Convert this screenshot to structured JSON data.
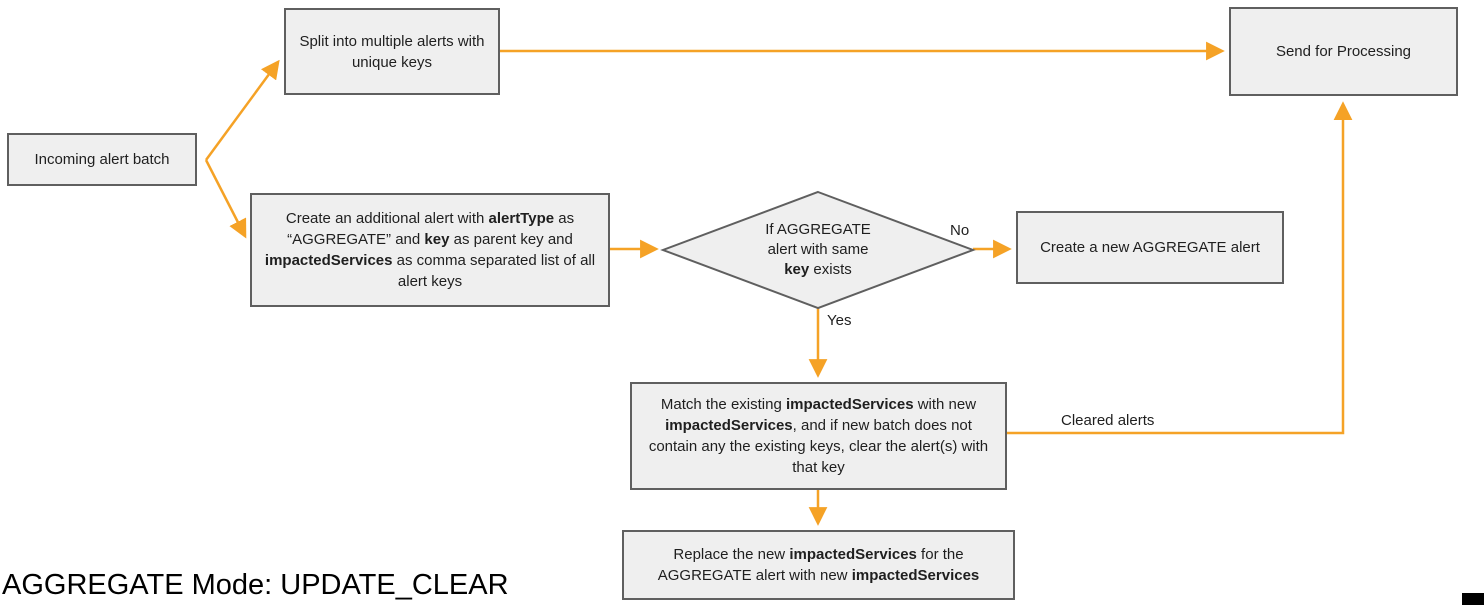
{
  "title": "AGGREGATE Mode: UPDATE_CLEAR",
  "colors": {
    "arrow": "#f5a226",
    "node_fill": "#efefef",
    "node_border": "#5f5f5f",
    "text": "#1f1f1f",
    "caption_text": "#000000"
  },
  "nodes": {
    "incoming": {
      "label": "Incoming alert batch"
    },
    "split": {
      "label": "Split into multiple alerts with unique keys"
    },
    "send": {
      "label": "Send for Processing"
    },
    "create_additional": {
      "segments": [
        {
          "t": "Create an additional alert with "
        },
        {
          "t": "alertType",
          "b": true
        },
        {
          "t": " as “AGGREGATE” and "
        },
        {
          "t": "key",
          "b": true
        },
        {
          "t": " as parent key and "
        },
        {
          "t": "impactedServices",
          "b": true
        },
        {
          "t": " as comma separated list of all alert keys"
        }
      ]
    },
    "decision": {
      "segments": [
        {
          "t": "If AGGREGATE alert with same "
        },
        {
          "t": "key",
          "b": true
        },
        {
          "t": " exists"
        }
      ]
    },
    "create_new": {
      "label": "Create a new AGGREGATE alert"
    },
    "match": {
      "segments": [
        {
          "t": "Match the existing "
        },
        {
          "t": "impactedServices",
          "b": true
        },
        {
          "t": " with new "
        },
        {
          "t": "impactedServices",
          "b": true
        },
        {
          "t": ", and if new batch does not contain any the existing keys, clear the alert(s) with that key"
        }
      ]
    },
    "replace": {
      "segments": [
        {
          "t": "Replace the new "
        },
        {
          "t": "impactedServices",
          "b": true
        },
        {
          "t": " for the AGGREGATE alert with new "
        },
        {
          "t": "impactedServices",
          "b": true
        }
      ]
    }
  },
  "edge_labels": {
    "no": "No",
    "yes": "Yes",
    "cleared_alerts": "Cleared alerts"
  }
}
